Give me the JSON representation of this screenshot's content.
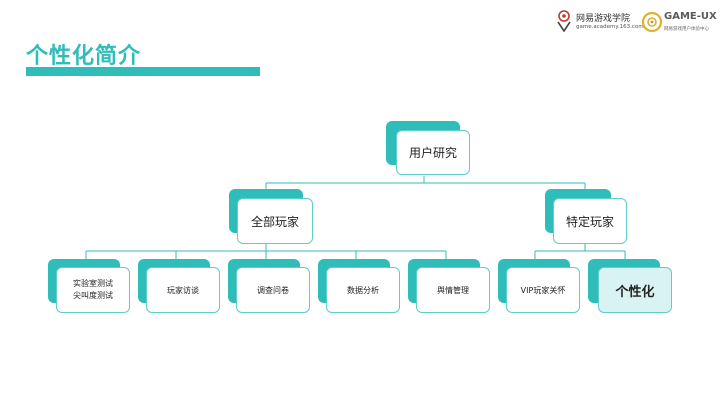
{
  "slide": {
    "title": "个性化简介",
    "accent_color": "#2fbdba"
  },
  "logos": {
    "netease": {
      "name": "网易游戏学院",
      "url": "game.academy.163.com",
      "icon": "netease-academy-logo-icon"
    },
    "gameux": {
      "name": "GAME-UX",
      "subtitle": "网易游戏用户体验中心",
      "icon": "game-ux-logo-icon"
    }
  },
  "diagram": {
    "root": {
      "label": "用户研究"
    },
    "level2": [
      {
        "label": "全部玩家"
      },
      {
        "label": "特定玩家"
      }
    ],
    "level3": [
      {
        "label": "实验室测试\n尖叫度测试"
      },
      {
        "label": "玩家访谈"
      },
      {
        "label": "调查问卷"
      },
      {
        "label": "数据分析"
      },
      {
        "label": "舆情管理"
      },
      {
        "label": "VIP玩家关怀"
      },
      {
        "label": "个性化",
        "highlighted": true
      }
    ]
  }
}
